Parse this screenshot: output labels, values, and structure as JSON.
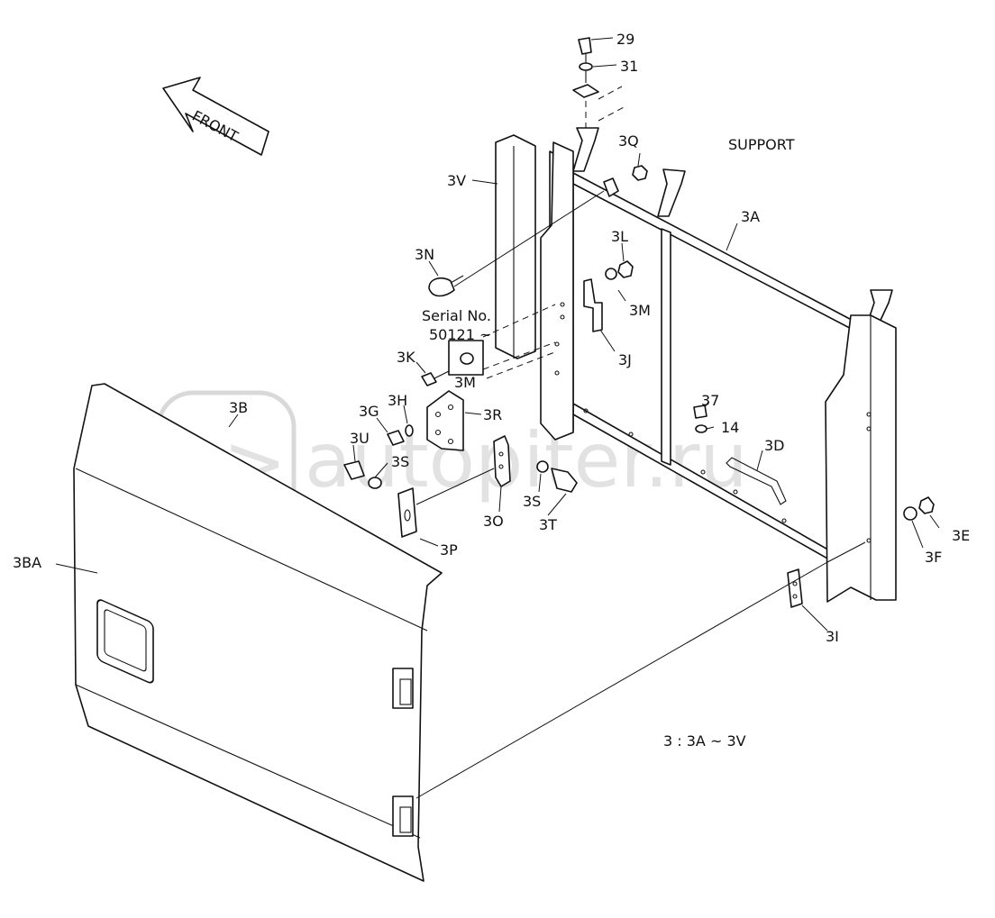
{
  "watermark": {
    "text": "autopiter.ru"
  },
  "arrow": {
    "label": "FRONT"
  },
  "support_label": "SUPPORT",
  "range_note": "3 : 3A ~ 3V",
  "serial_note": {
    "line1": "Serial No.",
    "line2": "50121 ~"
  },
  "callouts": {
    "c29": "29",
    "c31": "31",
    "c3Q": "3Q",
    "c3V": "3V",
    "c3A": "3A",
    "c3N": "3N",
    "c3L": "3L",
    "c3M_a": "3M",
    "c3J": "3J",
    "c3K": "3K",
    "c3M_b": "3M",
    "c3B": "3B",
    "c3H": "3H",
    "c3R": "3R",
    "c3G": "3G",
    "c3U": "3U",
    "c3S_a": "3S",
    "c37": "37",
    "c14": "14",
    "c3D": "3D",
    "c3S_b": "3S",
    "c3O": "3O",
    "c3T": "3T",
    "c3P": "3P",
    "c3E": "3E",
    "c3F": "3F",
    "c3BA": "3BA",
    "c3I": "3I"
  }
}
